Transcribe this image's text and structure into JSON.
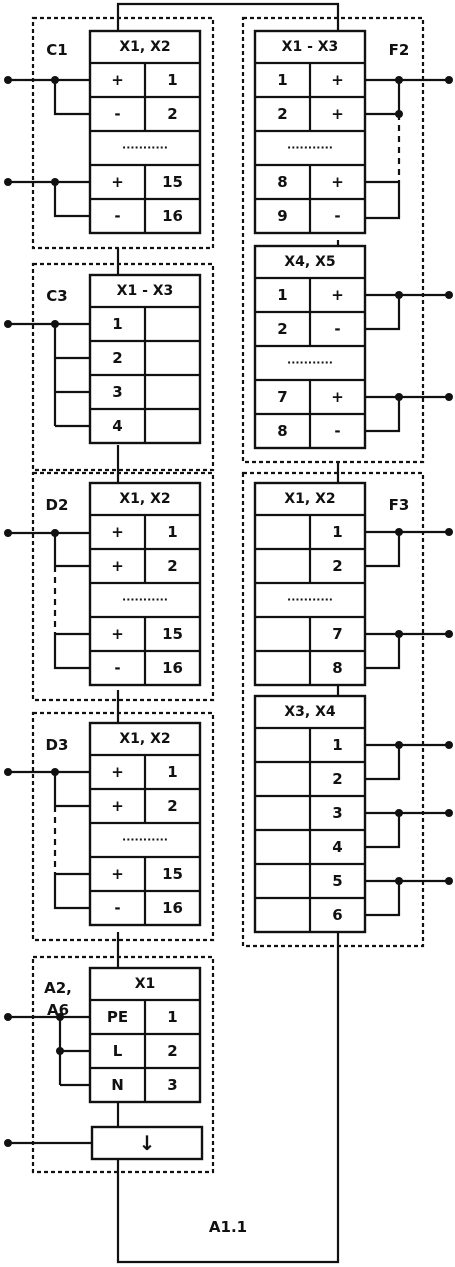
{
  "diagram": {
    "footer_label": "A1.1",
    "left_column": [
      {
        "id": "C1",
        "label": [
          "C1"
        ],
        "connectors": [
          {
            "header": "X1, X2",
            "rows": [
              {
                "a": "+",
                "b": "1"
              },
              {
                "a": "-",
                "b": "2"
              },
              {
                "ellipsis": "..........."
              },
              {
                "a": "+",
                "b": "15"
              },
              {
                "a": "-",
                "b": "16"
              }
            ]
          }
        ]
      },
      {
        "id": "C3",
        "label": [
          "C3"
        ],
        "connectors": [
          {
            "header": "X1 - X3",
            "rows": [
              {
                "a": "1",
                "b": ""
              },
              {
                "a": "2",
                "b": ""
              },
              {
                "a": "3",
                "b": ""
              },
              {
                "a": "4",
                "b": ""
              }
            ]
          }
        ]
      },
      {
        "id": "D2",
        "label": [
          "D2"
        ],
        "connectors": [
          {
            "header": "X1, X2",
            "rows": [
              {
                "a": "+",
                "b": "1"
              },
              {
                "a": "+",
                "b": "2"
              },
              {
                "ellipsis": "..........."
              },
              {
                "a": "+",
                "b": "15"
              },
              {
                "a": "-",
                "b": "16"
              }
            ]
          }
        ]
      },
      {
        "id": "D3",
        "label": [
          "D3"
        ],
        "connectors": [
          {
            "header": "X1, X2",
            "rows": [
              {
                "a": "+",
                "b": "1"
              },
              {
                "a": "+",
                "b": "2"
              },
              {
                "ellipsis": "..........."
              },
              {
                "a": "+",
                "b": "15"
              },
              {
                "a": "-",
                "b": "16"
              }
            ]
          }
        ]
      },
      {
        "id": "A2A6",
        "label": [
          "A2,",
          "A6"
        ],
        "connectors": [
          {
            "header": "X1",
            "rows": [
              {
                "a": "PE",
                "b": "1"
              },
              {
                "a": "L",
                "b": "2"
              },
              {
                "a": "N",
                "b": "3"
              }
            ]
          }
        ],
        "ground_symbol": "↓"
      }
    ],
    "right_column": [
      {
        "id": "F2",
        "label": [
          "F2"
        ],
        "connectors": [
          {
            "header": "X1 - X3",
            "rows": [
              {
                "a": "1",
                "b": "+"
              },
              {
                "a": "2",
                "b": "+"
              },
              {
                "ellipsis": "..........."
              },
              {
                "a": "8",
                "b": "+"
              },
              {
                "a": "9",
                "b": "-"
              }
            ]
          },
          {
            "header": "X4, X5",
            "rows": [
              {
                "a": "1",
                "b": "+"
              },
              {
                "a": "2",
                "b": "-"
              },
              {
                "ellipsis": "..........."
              },
              {
                "a": "7",
                "b": "+"
              },
              {
                "a": "8",
                "b": "-"
              }
            ]
          }
        ]
      },
      {
        "id": "F3",
        "label": [
          "F3"
        ],
        "connectors": [
          {
            "header": "X1, X2",
            "rows": [
              {
                "a": "",
                "b": "1"
              },
              {
                "a": "",
                "b": "2"
              },
              {
                "ellipsis": "..........."
              },
              {
                "a": "",
                "b": "7"
              },
              {
                "a": "",
                "b": "8"
              }
            ]
          },
          {
            "header": "X3, X4",
            "rows": [
              {
                "a": "",
                "b": "1"
              },
              {
                "a": "",
                "b": "2"
              },
              {
                "a": "",
                "b": "3"
              },
              {
                "a": "",
                "b": "4"
              },
              {
                "a": "",
                "b": "5"
              },
              {
                "a": "",
                "b": "6"
              }
            ]
          }
        ]
      }
    ]
  }
}
